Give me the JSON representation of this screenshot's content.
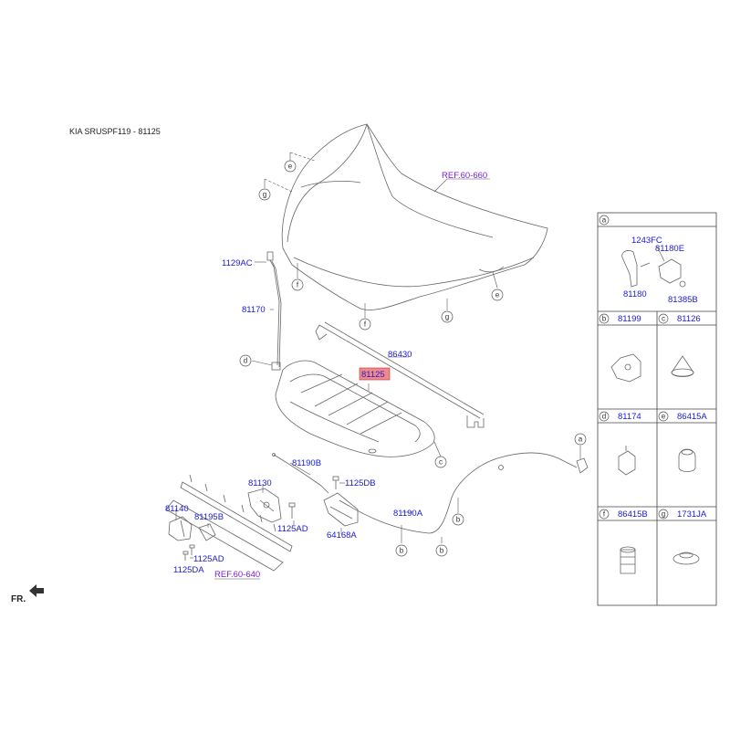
{
  "header": {
    "title": "KIA SRUSPF119 - 81125"
  },
  "labels": {
    "ref_660": "REF.60-660",
    "ref_640": "REF.60-640",
    "p1129AC": "1129AC",
    "p81170": "81170",
    "p86430": "86430",
    "p81125": "81125",
    "p81190B": "81190B",
    "p81130": "81130",
    "p1125DB": "1125DB",
    "p81140": "81140",
    "p81195B": "81195B",
    "p1125AD_a": "1125AD",
    "p1125AD_b": "1125AD",
    "p64168A": "64168A",
    "p81190A": "81190A",
    "p1125DA": "1125DA",
    "fr": "FR."
  },
  "callouts": {
    "e1": "e",
    "g1": "g",
    "f1": "f",
    "f2": "f",
    "g2": "g",
    "e2": "e",
    "d1": "d",
    "c1": "c",
    "a1": "a",
    "b1": "b",
    "b2": "b",
    "b3": "b"
  },
  "legend": {
    "a": {
      "letter": "a",
      "parts": [
        "1243FC",
        "81180E",
        "81180",
        "81385B"
      ]
    },
    "b": {
      "letter": "b",
      "part": "81199"
    },
    "c": {
      "letter": "c",
      "part": "81126"
    },
    "d": {
      "letter": "d",
      "part": "81174"
    },
    "e": {
      "letter": "e",
      "part": "86415A"
    },
    "f": {
      "letter": "f",
      "part": "86415B"
    },
    "g": {
      "letter": "g",
      "part": "1731JA"
    }
  },
  "colors": {
    "label": "#1a1ad6",
    "ref": "#7a1fd6",
    "highlight": "#f08a8a"
  }
}
